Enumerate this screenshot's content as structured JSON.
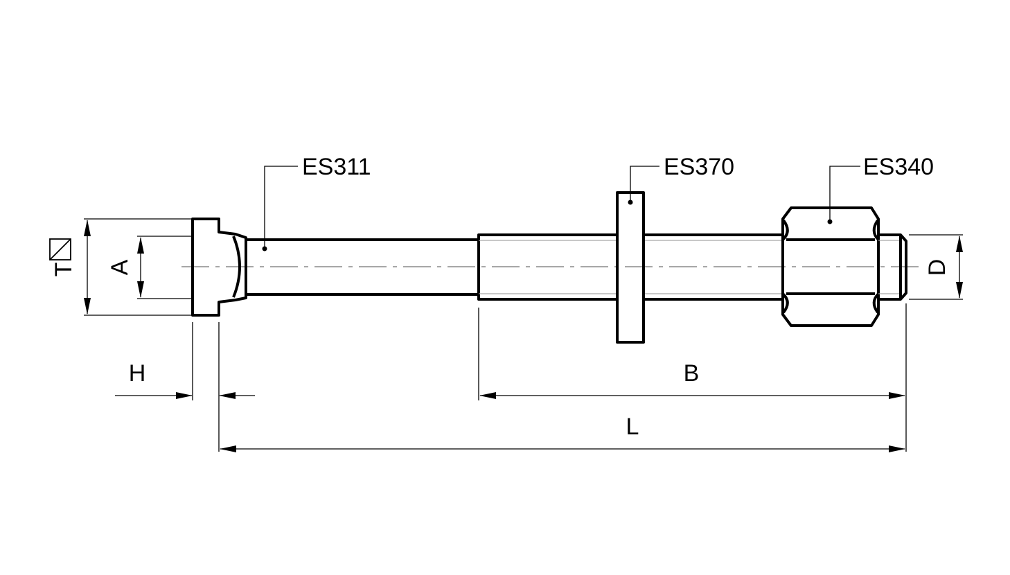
{
  "diagram": {
    "part_labels": {
      "bolt": "ES311",
      "washer": "ES370",
      "nut": "ES340"
    },
    "dimension_labels": {
      "head_square": "T",
      "head_height": "A",
      "thread_diameter": "D",
      "head_thickness": "H",
      "thread_length": "B",
      "length": "L"
    },
    "colors": {
      "line": "#000000",
      "centerline": "#8a8a8a",
      "thread": "#a8a8a8",
      "background": "#ffffff"
    }
  }
}
